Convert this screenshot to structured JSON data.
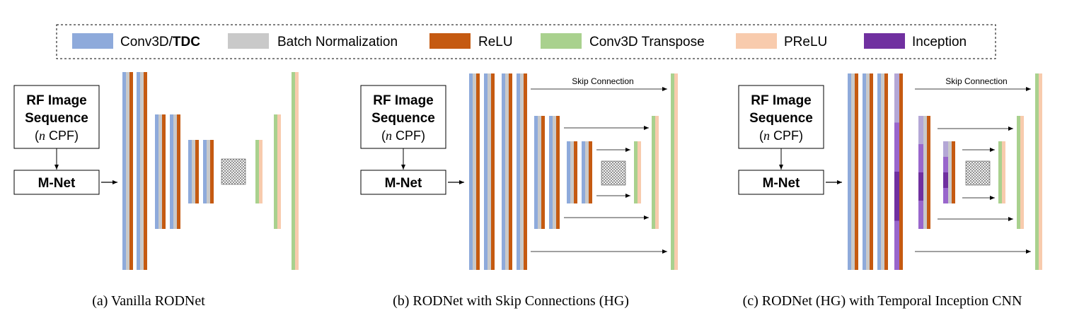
{
  "legend": {
    "items": [
      {
        "id": "conv3d",
        "label_prefix": "Conv3D/",
        "label_bold": "TDC",
        "color": "#8eaadb"
      },
      {
        "id": "bn",
        "label": "Batch Normalization",
        "color": "#c9c9c9"
      },
      {
        "id": "relu",
        "label": "ReLU",
        "color": "#c55a11"
      },
      {
        "id": "convt",
        "label": "Conv3D Transpose",
        "color": "#a9d18e"
      },
      {
        "id": "prelu",
        "label": "PReLU",
        "color": "#f8cbad"
      },
      {
        "id": "inception",
        "label": "Inception",
        "color": "#7030a0"
      }
    ]
  },
  "panels": [
    {
      "input_box": {
        "line1": "RF Image",
        "line2": "Sequence",
        "italic_n": "n",
        "line3_suffix": " CPF)"
      },
      "mnet_label": "M-Net",
      "caption": "(a) Vanilla RODNet"
    },
    {
      "input_box": {
        "line1": "RF Image",
        "line2": "Sequence",
        "italic_n": "n",
        "line3_suffix": " CPF)"
      },
      "mnet_label": "M-Net",
      "skip_label": "Skip Connection",
      "caption": "(b) RODNet with Skip Connections (HG)"
    },
    {
      "input_box": {
        "line1": "RF Image",
        "line2": "Sequence",
        "italic_n": "n",
        "line3_suffix": " CPF)"
      },
      "mnet_label": "M-Net",
      "skip_label": "Skip Connection",
      "caption": "(c) RODNet (HG) with Temporal Inception CNN"
    }
  ],
  "colors": {
    "conv": "#8eaadb",
    "bn": "#c9c9c9",
    "relu": "#c55a11",
    "convt": "#a9d18e",
    "prelu": "#f8cbad",
    "inception": "#7030a0",
    "inception_light": "#b4a7d6",
    "inception_mid": "#9966cc"
  }
}
